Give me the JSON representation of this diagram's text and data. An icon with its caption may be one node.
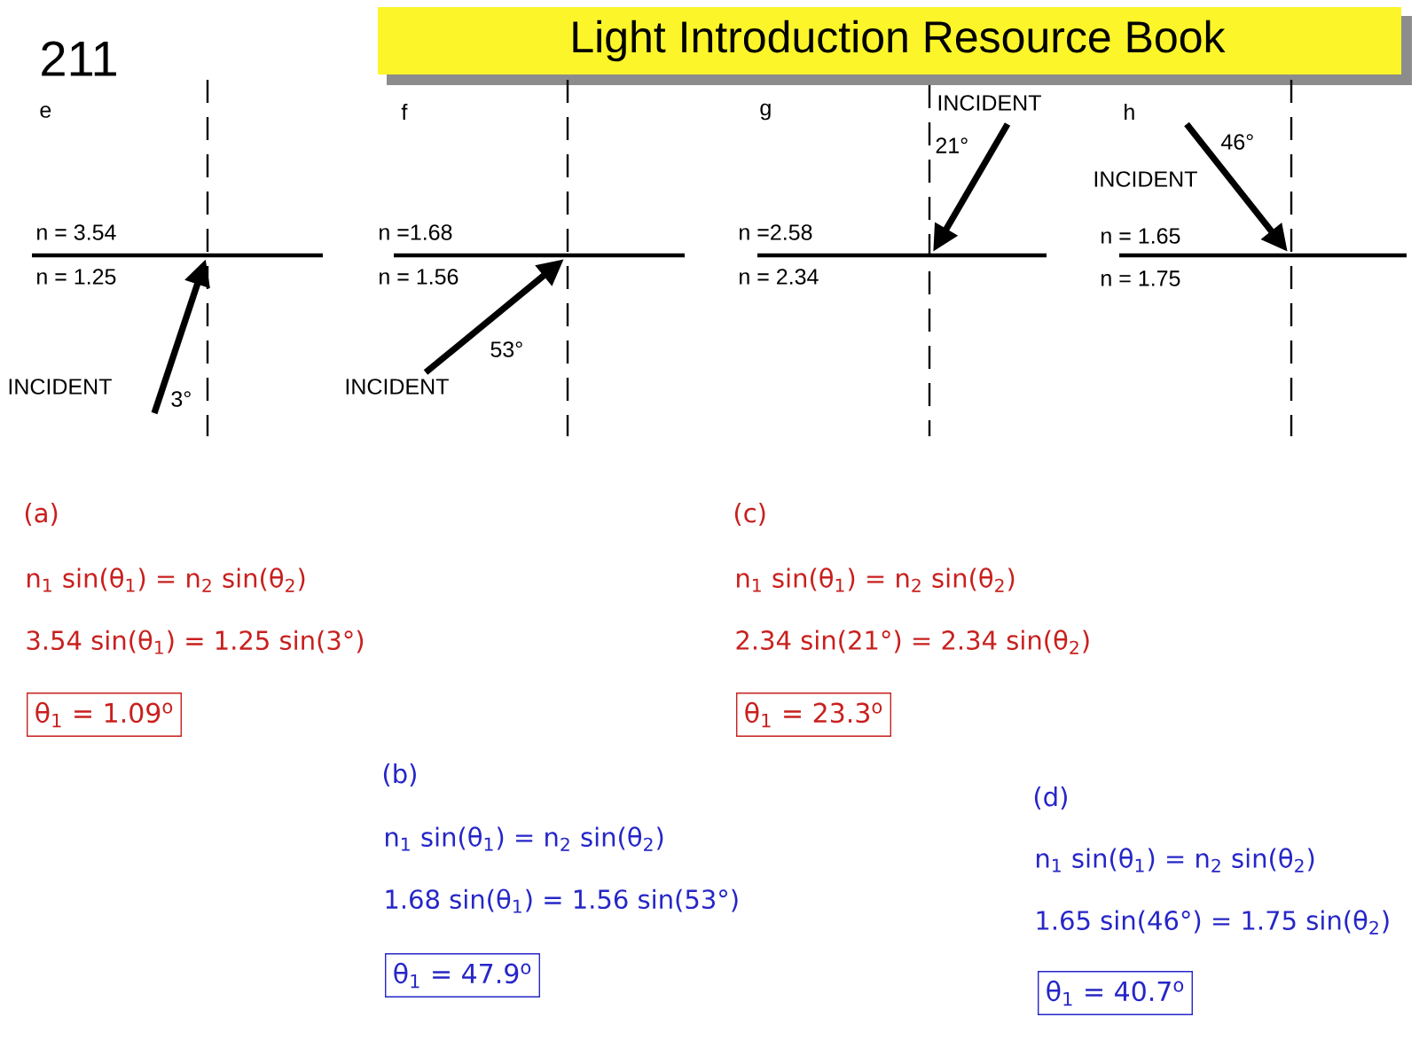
{
  "diagram": {
    "title": "Light Introduction Resource Book",
    "nodes": [
      {
        "text": [
          "θ$_{1}$ = 1.09$^{o}$"
        ]
      },
      {
        "text": [
          "θ$_{1}$ = 23.3$^{o}$"
        ]
      },
      {
        "text": [
          "θ$_{1}$ = 47.9$^{o}$"
        ]
      },
      {
        "text": [
          "θ$_{1}$ = 40.7$^{o}$"
        ]
      }
    ],
    "labels": [
      "211",
      "e",
      "n = 3.54",
      "n = 1.25",
      "INCIDENT",
      "3°",
      "f",
      "n =1.68",
      "n = 1.56",
      "53°",
      "INCIDENT",
      "g",
      "INCIDENT",
      "21°",
      "n =2.58",
      "n = 2.34",
      "h",
      "46°",
      "INCIDENT",
      "n = 1.65",
      "n = 1.75",
      "(a)",
      "n$_{1}$ sin(θ$_{1}$) = n$_{2}$ sin(θ$_{2}$)",
      "3.54 sin(θ$_{1}$) = 1.25 sin(3°)",
      "(c)",
      "n$_{1}$ sin(θ$_{1}$) = n$_{2}$ sin(θ$_{2}$)",
      "2.34 sin(21°) = 2.34 sin(θ$_{2}$)",
      "(b)",
      "n$_{1}$ sin(θ$_{1}$) = n$_{2}$ sin(θ$_{2}$)",
      "1.68 sin(θ$_{1}$) = 1.56 sin(53°)",
      "(d)",
      "n$_{1}$ sin(θ$_{1}$) = n$_{2}$ sin(θ$_{2}$)",
      "1.65 sin(46°) = 1.75 sin(θ$_{2}$)"
    ]
  }
}
